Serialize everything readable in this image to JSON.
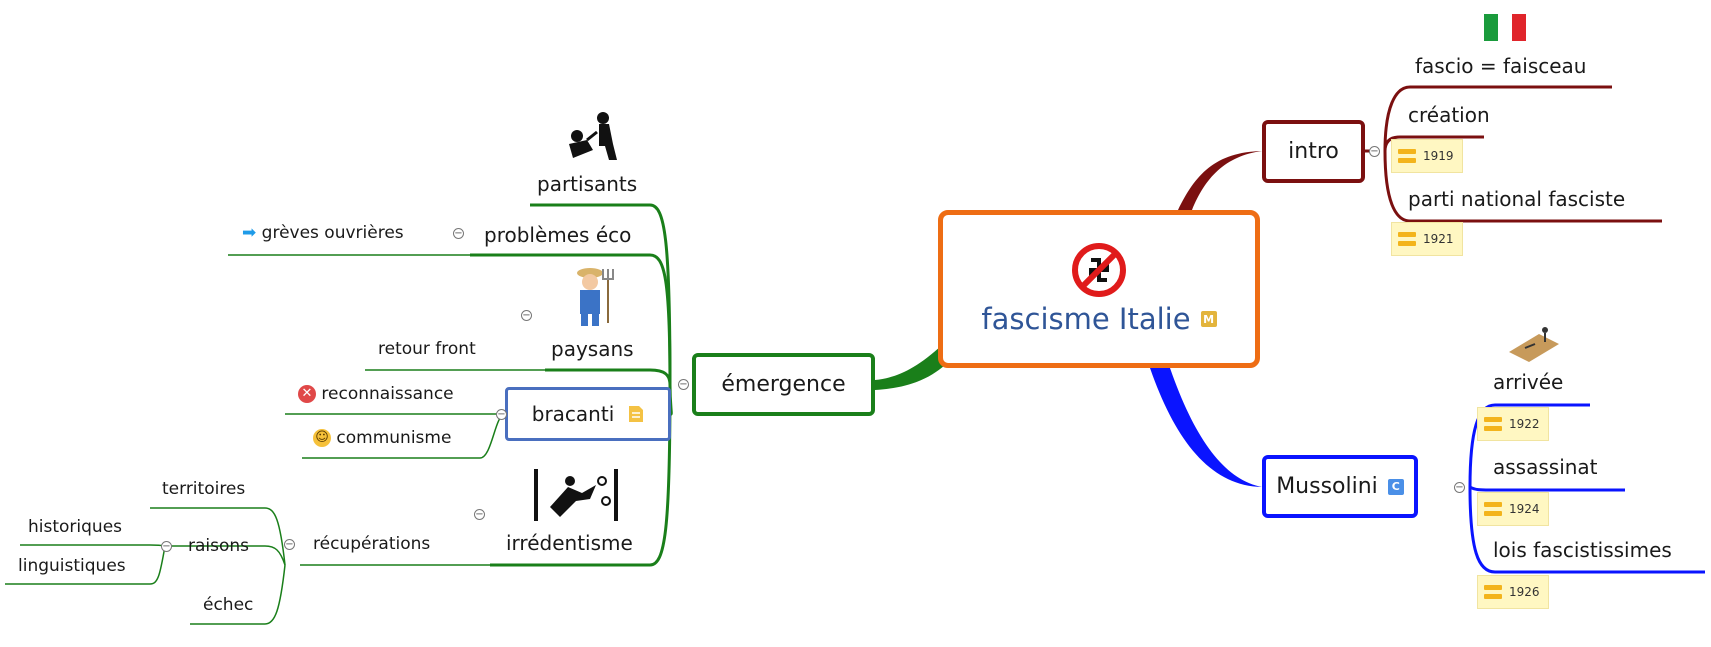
{
  "central": {
    "title": "fascisme Italie",
    "badge": "M",
    "color": "#ee6d14",
    "title_color": "#2f5597",
    "icon": "no-swastika-icon"
  },
  "intro": {
    "label": "intro",
    "color": "#7b1010",
    "children": [
      {
        "label": "fascio = faisceau",
        "icon": "italy-flag-icon"
      },
      {
        "label": "création",
        "date": "1919"
      },
      {
        "label": "parti national fasciste",
        "date": "1921"
      }
    ]
  },
  "mussolini": {
    "label": "Mussolini",
    "badge": "C",
    "color": "#0a14ff",
    "children": [
      {
        "label": "arrivée",
        "date": "1922",
        "icon": "march-figure-icon"
      },
      {
        "label": "assassinat",
        "date": "1924"
      },
      {
        "label": "lois fascistissimes",
        "date": "1926"
      }
    ]
  },
  "emergence": {
    "label": "émergence",
    "color": "#1a7f1a",
    "children": [
      {
        "label": "partisants",
        "icon": "fighters-icon"
      },
      {
        "label": "problèmes éco",
        "children": [
          {
            "label": "grèves ouvrières",
            "icon": "arrow-right-icon"
          }
        ]
      },
      {
        "label": "paysans",
        "icon": "farmer-icon",
        "children": [
          {
            "label": "retour front"
          }
        ]
      },
      {
        "label": "bracanti",
        "icon": "note-icon",
        "children": [
          {
            "label": "reconnaissance",
            "icon": "error-icon"
          },
          {
            "label": "communisme",
            "icon": "smile-icon"
          }
        ]
      },
      {
        "label": "irrédentisme",
        "icon": "breaking-chains-icon",
        "children": [
          {
            "label": "récupérations",
            "children": [
              {
                "label": "territoires"
              },
              {
                "label": "raisons",
                "children": [
                  {
                    "label": "historiques"
                  },
                  {
                    "label": "linguistiques"
                  }
                ]
              },
              {
                "label": "échec"
              }
            ]
          }
        ]
      }
    ]
  }
}
